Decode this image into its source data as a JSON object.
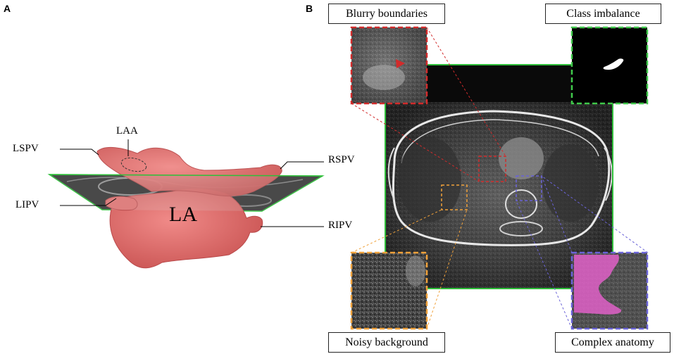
{
  "panels": {
    "a": "A",
    "b": "B"
  },
  "anatomy_labels": {
    "laa": "LAA",
    "lspv": "LSPV",
    "lipv": "LIPV",
    "rspv": "RSPV",
    "ripv": "RIPV",
    "la": "LA"
  },
  "callouts": {
    "blurry": "Blurry boundaries",
    "imbalance": "Class imbalance",
    "noisy": "Noisy background",
    "complex": "Complex anatomy"
  },
  "colors": {
    "atrium": "#e8706f",
    "frame_green": "#2fbf3a",
    "red_dash": "#d22b2b",
    "green_dash": "#3fc84a",
    "orange_dash": "#f0a13a",
    "blue_dash": "#6a63d8",
    "magenta_overlay": "#e060c8"
  }
}
